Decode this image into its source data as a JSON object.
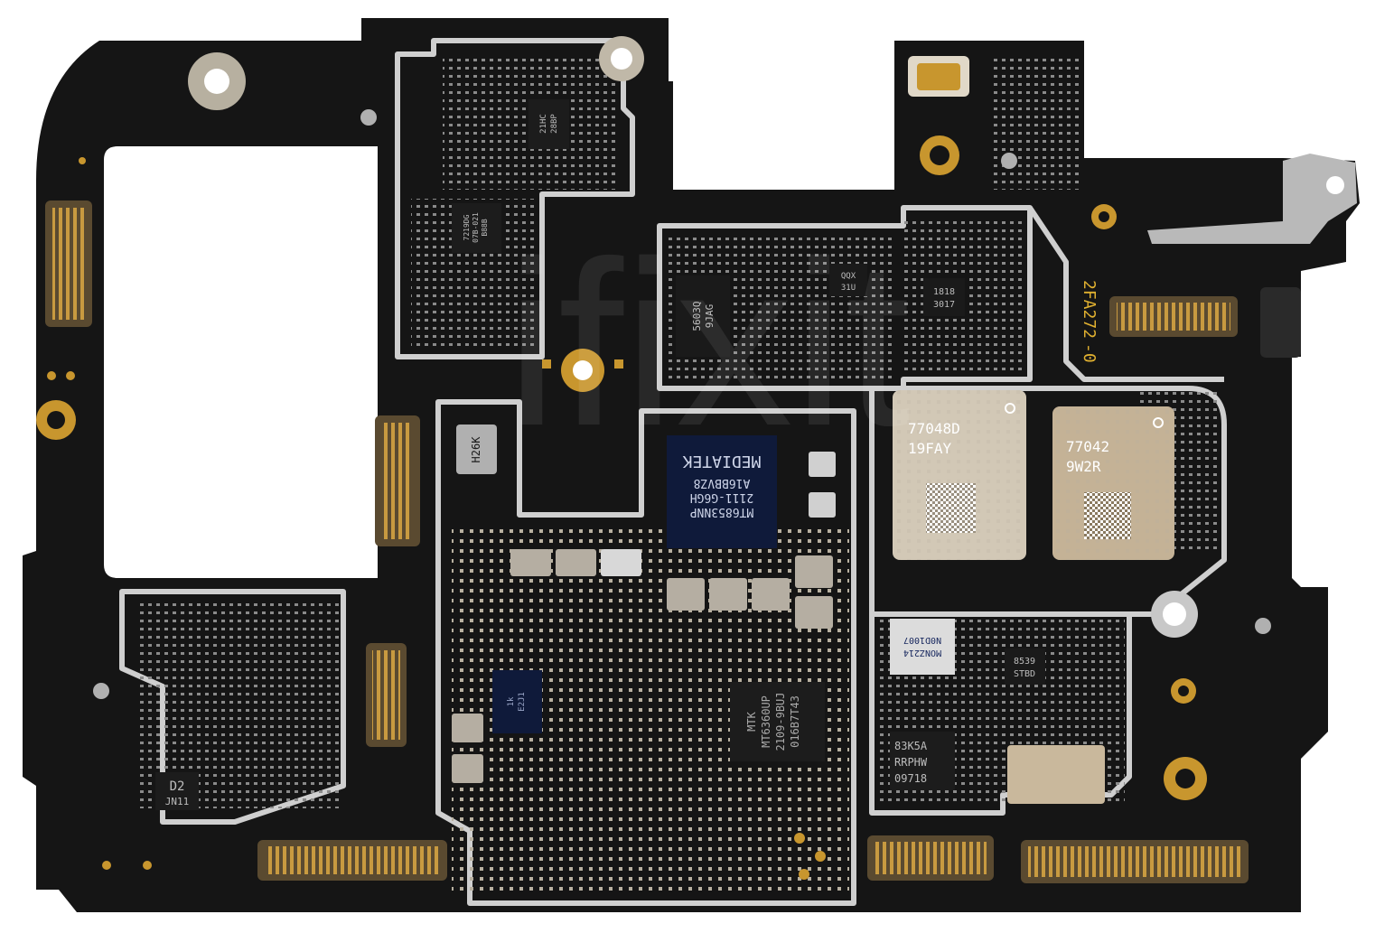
{
  "board": {
    "silkscreen_id": "2FA272",
    "silkscreen_rev": "-0",
    "colors": {
      "pcb": "#151515",
      "shield": "#cfcfcf",
      "pad_gold": "#c8962e",
      "chip_black": "#1a1a1a",
      "soc_navy": "#0f1a3a",
      "rf_module": "#c9b89c",
      "background": "#ffffff"
    }
  },
  "chips": {
    "soc": {
      "line1": "MT6853NNP",
      "line2": "2111-G6GH",
      "line3": "A16BBVZ8",
      "brand": "MEDIATEK"
    },
    "pmic": {
      "line1": "MTK",
      "line2": "MT6360UP",
      "line3": "2109-9BUJ",
      "line4": "016B7T43"
    },
    "rf_left": {
      "line1": "77048D",
      "line2": "19FAY"
    },
    "rf_right": {
      "line1": "77042",
      "line2": "9W2R"
    },
    "small_5603": {
      "line1": "5603Q",
      "line2": "9JAG"
    },
    "small_31u": {
      "line1": "QQX",
      "line2": "31U"
    },
    "small_1818": {
      "line1": "1818",
      "line2": "3017"
    },
    "small_8539": {
      "line1": "8539",
      "line2": "STBD"
    },
    "small_83k5a": {
      "line1": "83K5A",
      "line2": "RRPHW",
      "line3": "09718"
    },
    "small_d2": {
      "line1": "D2",
      "line2": "JN11"
    },
    "small_monz": {
      "line1": "MONZ214",
      "line2": "N0D1007"
    },
    "small_xtal": {
      "line1": "H26K"
    },
    "small_topleft": {
      "line1": "21HC",
      "line2": "28BP"
    },
    "small_upper": {
      "line1": "7219DG",
      "line2": "07B-021",
      "line3": "B88B"
    },
    "small_blue": {
      "line1": "1k",
      "line2": "E2J1"
    }
  },
  "watermark": {
    "text": "ifixit"
  },
  "icons": [
    "mounting-hole-icon",
    "antenna-connector-icon",
    "board-to-board-connector-icon",
    "microphone-icon"
  ]
}
